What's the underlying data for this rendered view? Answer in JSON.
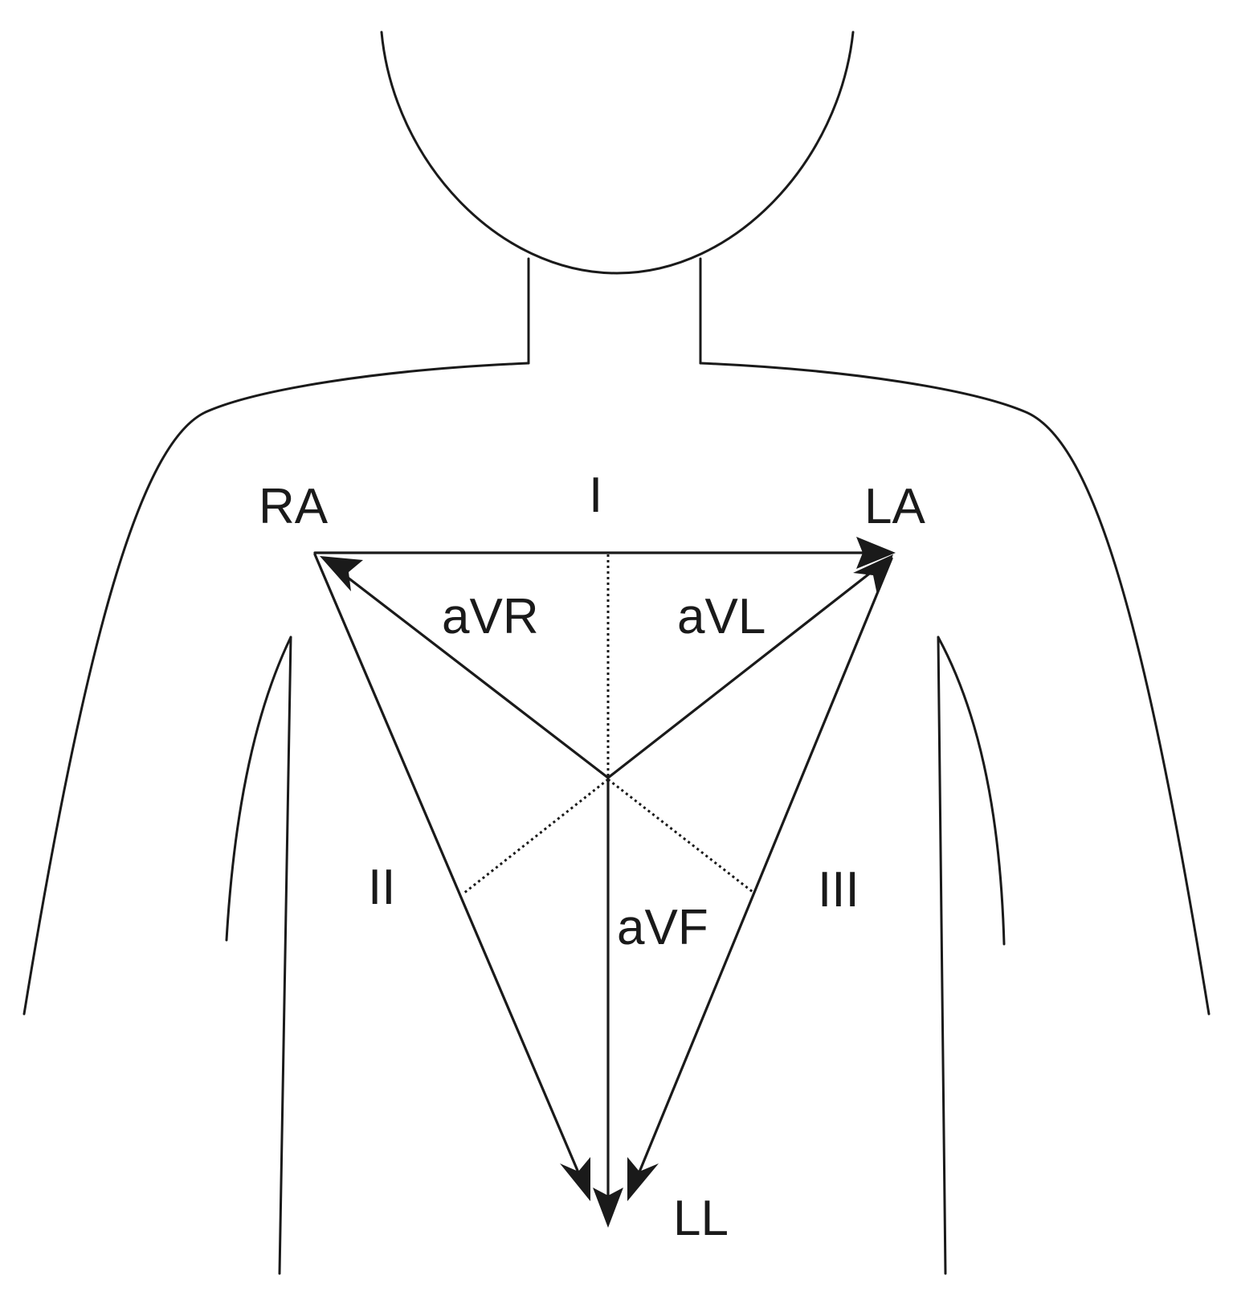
{
  "colors": {
    "line": "#1a1a1a",
    "background": "#ffffff"
  },
  "electrodes": {
    "right_arm": "RA",
    "left_arm": "LA",
    "left_leg": "LL"
  },
  "leads": {
    "lead_1": "I",
    "lead_2": "II",
    "lead_3": "III",
    "avr": "aVR",
    "avl": "aVL",
    "avf": "aVF"
  }
}
